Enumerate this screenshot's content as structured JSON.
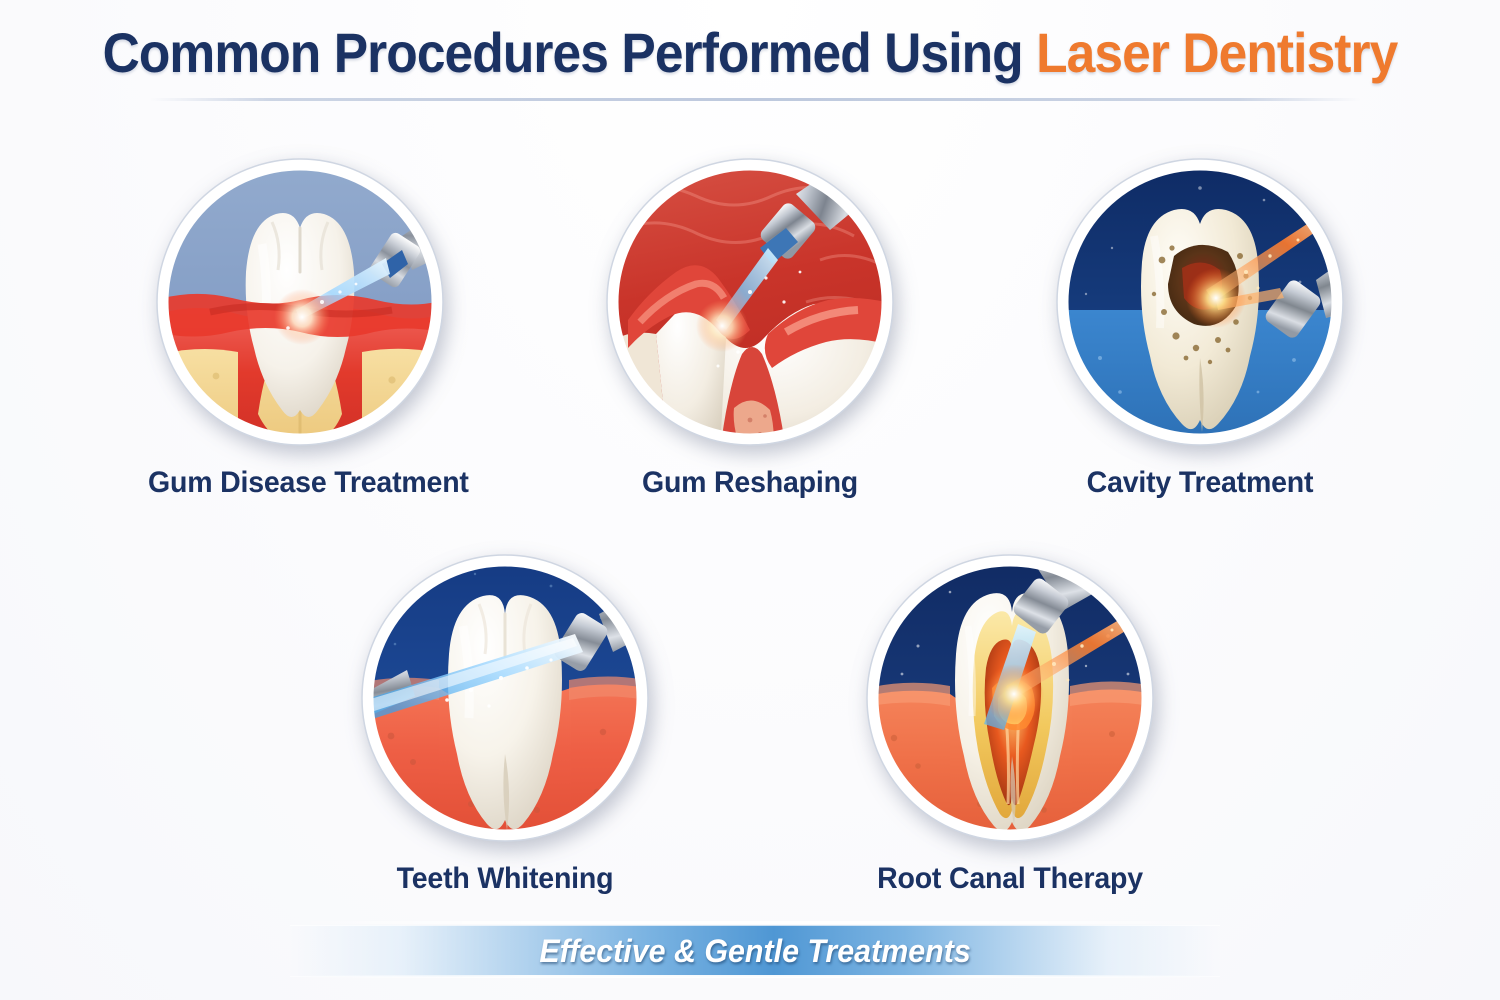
{
  "page": {
    "background_color": "#fcfcfe",
    "navy": "#1b3263",
    "orange": "#ef7a2e",
    "banner_blue": "#4f97d4"
  },
  "header": {
    "title_part1": "Common Procedures Performed Using ",
    "title_part2": "Laser Dentistry"
  },
  "cards": [
    {
      "id": "gum-disease-treatment",
      "label": "Gum Disease Treatment",
      "scene": "tooth with inflamed red gums, blue laser beam from upper-right handpiece, yellow bone",
      "bg_top": "#8ba4c8",
      "bg_bottom": "#7e99c2",
      "beam_color": "#bfe4ff"
    },
    {
      "id": "gum-reshaping",
      "label": "Gum Reshaping",
      "scene": "close-up red gum tissue being contoured by blue laser beam between two teeth",
      "bg_top": "#cf463a",
      "bg_bottom": "#c33a30",
      "beam_color": "#bfe4ff"
    },
    {
      "id": "cavity-treatment",
      "label": "Cavity Treatment",
      "scene": "ivory tooth with brown decay cavity, orange-red laser beam from upper-right handpiece",
      "bg_top": "#13306e",
      "bg_bottom": "#2f74c0",
      "beam_color": "#ff8a2b"
    },
    {
      "id": "teeth-whitening",
      "label": "Teeth Whitening",
      "scene": "white tooth in red gums under a wide horizontal blue-white whitening laser beam",
      "bg_top": "#1b3f86",
      "bg_bottom": "#ee6a4a",
      "beam_color": "#9fd8ff"
    },
    {
      "id": "root-canal-therapy",
      "label": "Root Canal Therapy",
      "scene": "cross-section tooth showing inflamed pulp canals treated by blue and orange laser beams",
      "bg_top": "#16316d",
      "bg_bottom": "#ef7a4f",
      "beam_color": "#ff8a2b"
    }
  ],
  "footer": {
    "banner_text": "Effective & Gentle Treatments"
  }
}
